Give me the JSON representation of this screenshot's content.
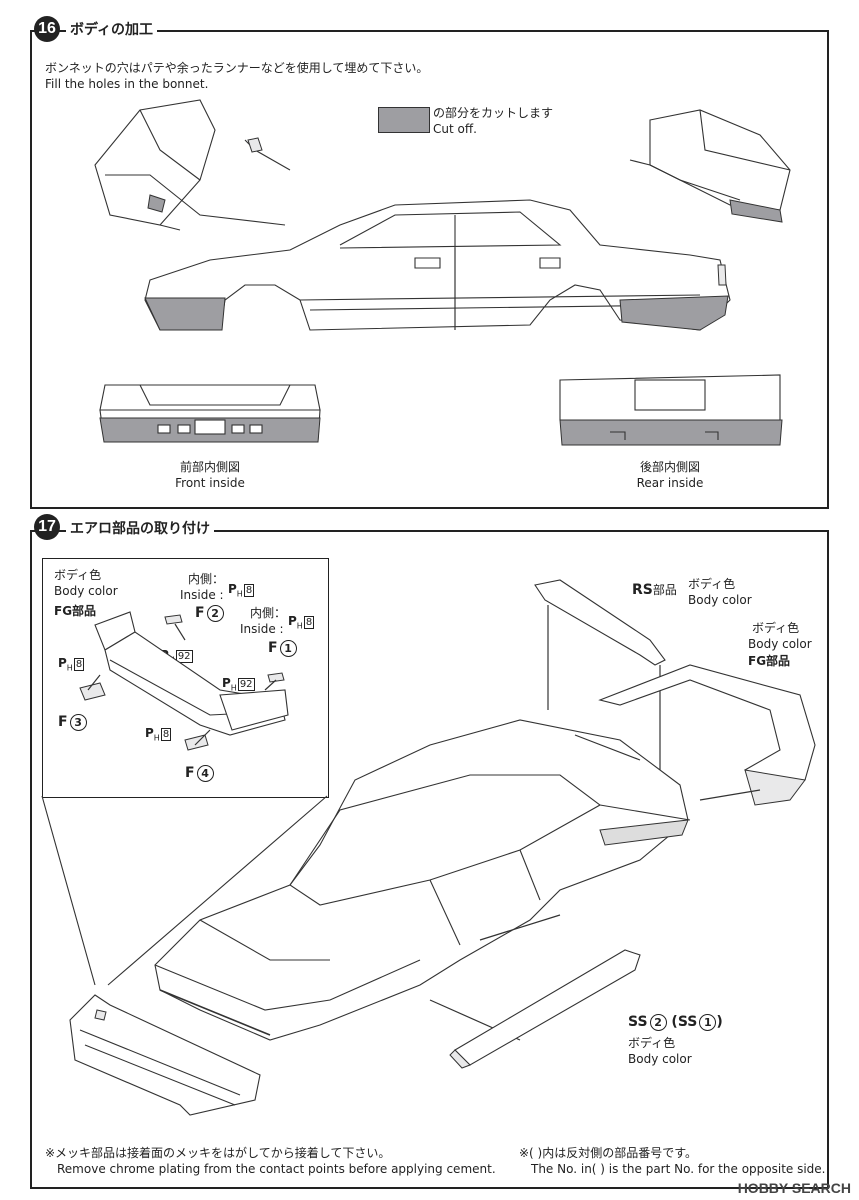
{
  "step16": {
    "number": "16",
    "title": "ボディの加工",
    "note_jp": "ボンネットの穴はパテや余ったランナーなどを使用して埋めて下さい。",
    "note_en": "Fill the holes in the bonnet.",
    "legend_jp": "の部分をカットします",
    "legend_en": "Cut off.",
    "front_jp": "前部内側図",
    "front_en": "Front inside",
    "rear_jp": "後部内側図",
    "rear_en": "Rear inside"
  },
  "step17": {
    "number": "17",
    "title": "エアロ部品の取り付け",
    "inset": {
      "body_color_jp": "ボディ色",
      "body_color_en": "Body color",
      "fg_part": "FG部品",
      "inside1_jp": "内側：",
      "inside1_en": "Inside :",
      "inside2_jp": "内側：",
      "inside2_en": "Inside :",
      "ph": "P",
      "ph_sub": "H",
      "n8": "8",
      "n92": "92",
      "f1": "F",
      "f1n": "1",
      "f2": "F",
      "f2n": "2",
      "f3": "F",
      "f3n": "3",
      "f4": "F",
      "f4n": "4"
    },
    "rs_label": "RS",
    "rs_part": "部品",
    "rs_color_jp": "ボディ色",
    "rs_color_en": "Body color",
    "fg_color_jp": "ボディ色",
    "fg_color_en": "Body color",
    "fg_part": "FG部品",
    "ss_label": "SS",
    "ss_n": "2",
    "ss_alt": "(SS",
    "ss_alt_n": "1",
    "ss_close": ")",
    "ss_color_jp": "ボディ色",
    "ss_color_en": "Body color"
  },
  "footer": {
    "left_jp": "※メッキ部品は接着面のメッキをはがしてから接着して下さい。",
    "left_en": "Remove chrome plating from the contact points before applying cement.",
    "right_jp": "※(  )内は反対側の部品番号です。",
    "right_en": "The No. in(  ) is the part No. for the opposite side."
  },
  "watermark": "HOBBY SEARCH",
  "colors": {
    "cut_gray": "#9e9ea2",
    "line": "#333333"
  }
}
